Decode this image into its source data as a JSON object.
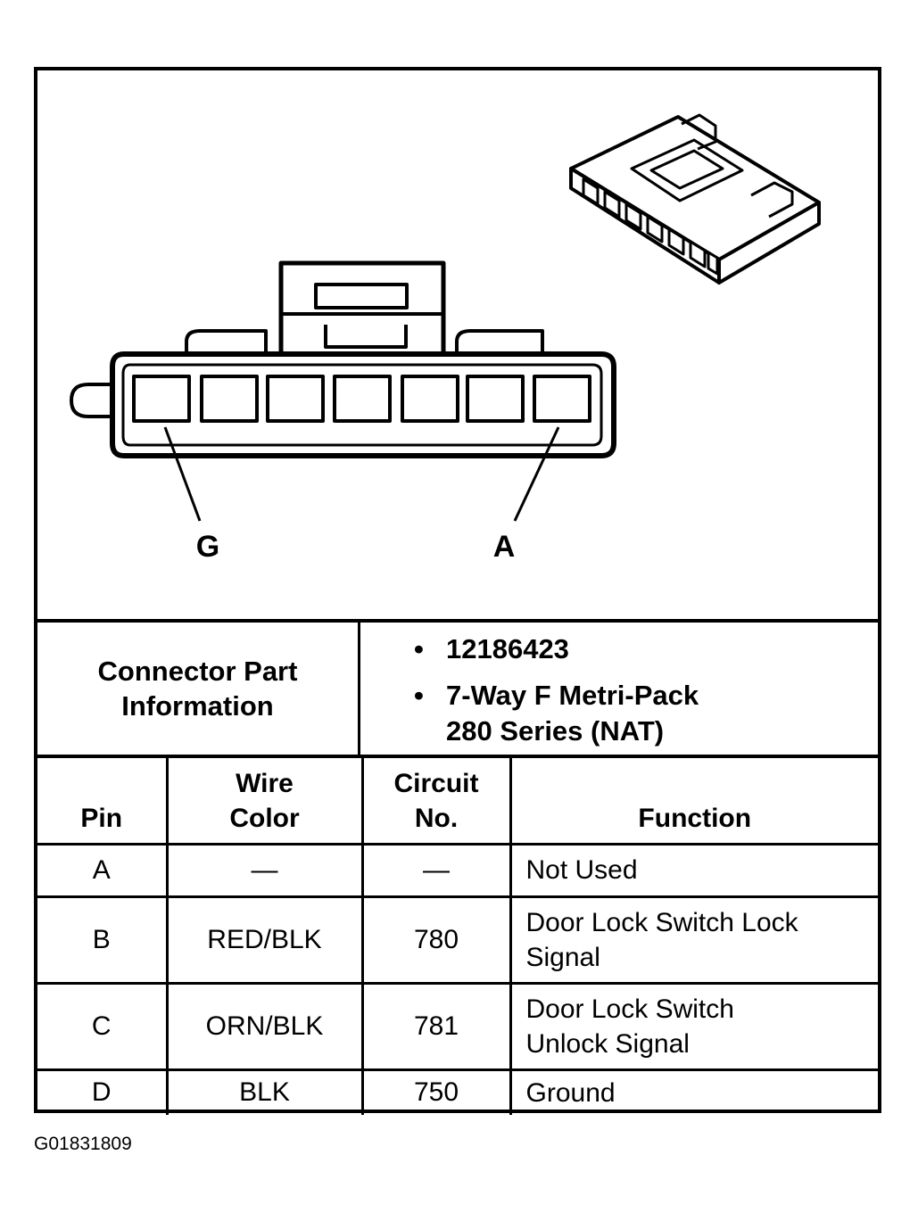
{
  "diagram": {
    "pin_label_left": "G",
    "pin_label_right": "A",
    "cavity_count": 7
  },
  "connector_part_info": {
    "label_line1": "Connector Part",
    "label_line2": "Information",
    "bullets": [
      {
        "symbol": "•",
        "lines": [
          "12186423"
        ]
      },
      {
        "symbol": "•",
        "lines": [
          "7-Way F Metri-Pack",
          "280 Series (NAT)"
        ]
      }
    ]
  },
  "pin_table": {
    "headers": {
      "pin": "Pin",
      "wire_color_line1": "Wire",
      "wire_color_line2": "Color",
      "circuit_line1": "Circuit",
      "circuit_line2": "No.",
      "function": "Function"
    },
    "rows": [
      {
        "pin": "A",
        "wire_color": "—",
        "circuit": "—",
        "function_lines": [
          "Not Used"
        ]
      },
      {
        "pin": "B",
        "wire_color": "RED/BLK",
        "circuit": "780",
        "function_lines": [
          "Door Lock Switch Lock",
          "Signal"
        ]
      },
      {
        "pin": "C",
        "wire_color": "ORN/BLK",
        "circuit": "781",
        "function_lines": [
          "Door Lock Switch",
          "Unlock Signal"
        ]
      },
      {
        "pin": "D",
        "wire_color": "BLK",
        "circuit": "750",
        "function_lines": [
          "Ground"
        ]
      }
    ]
  },
  "figure_id": "G01831809"
}
